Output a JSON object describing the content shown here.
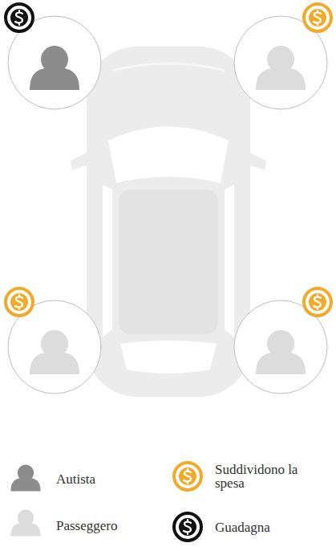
{
  "diagram": {
    "legend": [
      {
        "text": "Autista"
      },
      {
        "text": "Suddividono la spesa"
      },
      {
        "text": "Passeggero"
      },
      {
        "text": "Guadagna"
      }
    ]
  }
}
